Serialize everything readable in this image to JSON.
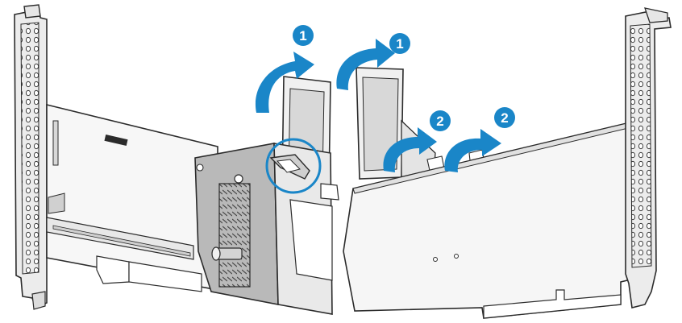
{
  "diagram": {
    "steps": [
      {
        "number": "1",
        "action": "rotate-upward"
      },
      {
        "number": "1",
        "action": "rotate-upward"
      },
      {
        "number": "2",
        "action": "rotate-release"
      },
      {
        "number": "2",
        "action": "rotate-release"
      }
    ],
    "colors": {
      "callout_fill": "#1a86c8",
      "arrow_fill": "#1a86c8",
      "outline": "#2b2b2b",
      "bracket_fill": "#ededed",
      "card_fill": "#f6f6f6",
      "retainer_fill": "#b8b8b8",
      "highlight_circle": "#1a86c8"
    },
    "icons": [
      "pci-bracket-left-icon",
      "pci-bracket-right-icon",
      "expansion-card-icon",
      "retainer-latch-icon",
      "rotate-arrow-icon"
    ]
  }
}
